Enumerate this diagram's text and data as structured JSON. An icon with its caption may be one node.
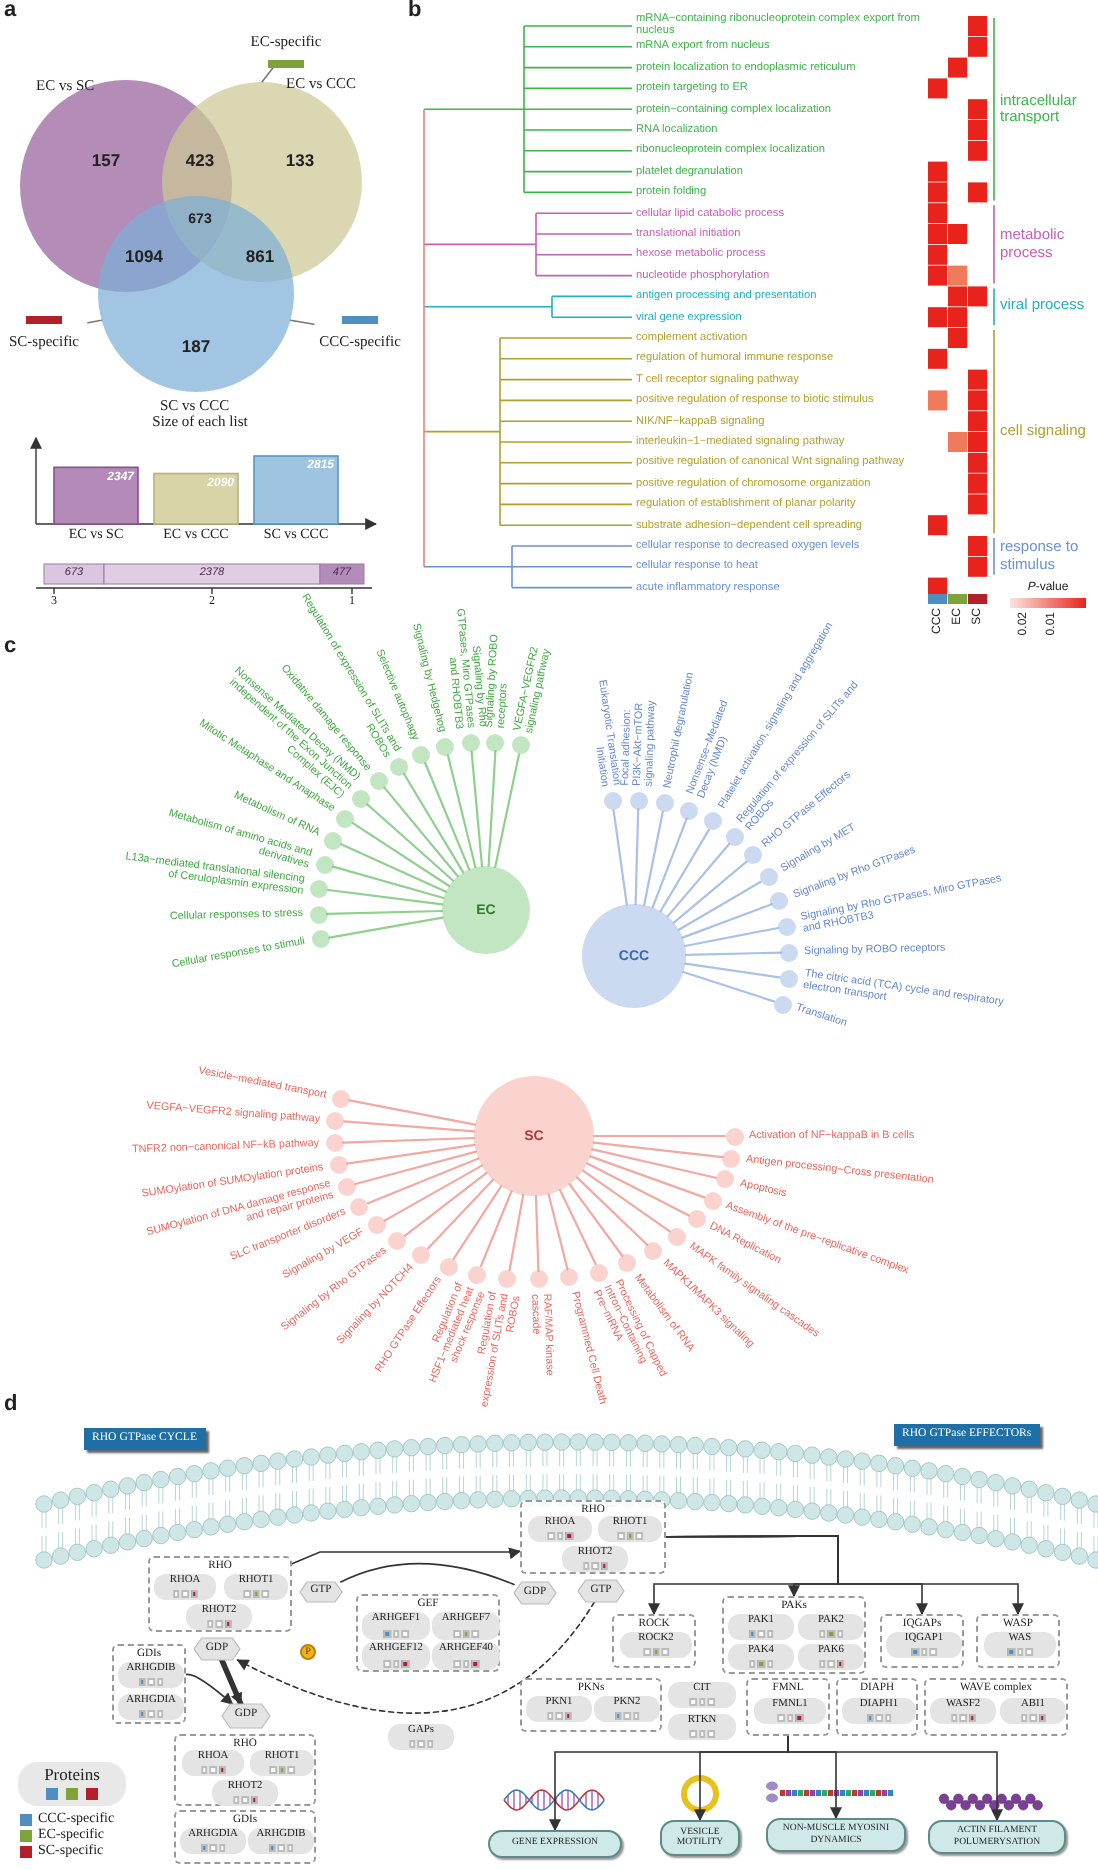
{
  "diagram": {
    "nodes": [
      {
        "text": [
          "EC vs SC"
        ]
      },
      {
        "text": [
          "EC vs CCC"
        ]
      },
      {
        "text": [
          "SC vs CCC"
        ]
      },
      {
        "text": [
          "EC-specific"
        ]
      },
      {
        "text": [
          "SC-specific"
        ]
      },
      {
        "text": [
          "CCC-specific"
        ]
      },
      {
        "text": [
          "EC"
        ]
      },
      {
        "text": [],
        "shape": "circle",
        "beside": [
          "Cellular responses to stimuli"
        ]
      },
      {
        "text": [],
        "shape": "circle",
        "beside": [
          "Cellular responses to stress"
        ]
      },
      {
        "text": [],
        "shape": "circle",
        "beside": [
          "L13a−mediated translational silencing of Ceruloplasmin expression"
        ]
      },
      {
        "text": [],
        "shape": "circle",
        "beside": [
          "Metabolism of amino acids and derivatives"
        ]
      },
      {
        "text": [],
        "shape": "circle",
        "beside": [
          "Metabolism of RNA"
        ]
      },
      {
        "text": [],
        "shape": "circle",
        "beside": [
          "Mitotic Metaphase and Anaphase"
        ]
      },
      {
        "text": [],
        "shape": "circle",
        "beside": [
          "Nonsense Mediated Decay (NMD) independent of the Exon Junction Complex (EJC)"
        ]
      },
      {
        "text": [],
        "shape": "circle",
        "beside": [
          "Oxidative damage response"
        ]
      },
      {
        "text": [],
        "shape": "circle",
        "beside": [
          "Regulation of expression of SLITs and ROBOs"
        ]
      },
      {
        "text": [],
        "shape": "circle",
        "beside": [
          "Selective autophagy"
        ]
      },
      {
        "text": [],
        "shape": "circle",
        "beside": [
          "Signaling by Hedgehog"
        ]
      },
      {
        "text": [],
        "shape": "circle",
        "beside": [
          "Signaling by Rho GTPases, Miro GTPases and RHOBTB3"
        ]
      },
      {
        "text": [],
        "shape": "circle",
        "beside": [
          "Signaling by ROBO receptors"
        ]
      },
      {
        "text": [],
        "shape": "circle",
        "beside": [
          "VEGFA−VEGFR2 signaling pathway"
        ]
      },
      {
        "text": [
          "CCC"
        ]
      },
      {
        "text": [],
        "shape": "circle",
        "beside": [
          "Eukaryotic Translation Initiation"
        ]
      },
      {
        "text": [],
        "shape": "circle",
        "beside": [
          "Focal adhesion: PI3K−Akt−mTOR signaling pathway"
        ]
      },
      {
        "text": [],
        "shape": "circle",
        "beside": [
          "Neutrophil degranulation"
        ]
      },
      {
        "text": [],
        "shape": "circle",
        "beside": [
          "Nonsense−Mediated Decay (NMD)"
        ]
      },
      {
        "text": [],
        "shape": "circle",
        "beside": [
          "Platelet activation, signaling and aggregation"
        ]
      },
      {
        "text": [],
        "shape": "circle",
        "beside": [
          "Regulation of expression of SLITs and ROBOs"
        ]
      },
      {
        "text": [],
        "shape": "circle",
        "beside": [
          "RHO GTPase Effectors"
        ]
      },
      {
        "text": [],
        "shape": "circle",
        "beside": [
          "Signaling by MET"
        ]
      },
      {
        "text": [],
        "shape": "circle",
        "beside": [
          "Signaling by Rho GTPases"
        ]
      },
      {
        "text": [],
        "shape": "circle",
        "beside": [
          "Signaling by Rho GTPases, Miro GTPases and RHOBTB3"
        ]
      },
      {
        "text": [],
        "shape": "circle",
        "beside": [
          "Signaling by ROBO receptors"
        ]
      },
      {
        "text": [],
        "shape": "circle",
        "beside": [
          "The citric acid (TCA) cycle and respiratory electron transport"
        ]
      },
      {
        "text": [],
        "shape": "circle",
        "beside": [
          "Translation"
        ]
      },
      {
        "text": [
          "SC"
        ]
      },
      {
        "text": [],
        "shape": "circle",
        "beside": [
          "Vesicle−mediated transport"
        ]
      },
      {
        "text": [],
        "shape": "circle",
        "beside": [
          "VEGFA−VEGFR2 signaling pathway"
        ]
      },
      {
        "text": [],
        "shape": "circle",
        "beside": [
          "TNFR2 non−canonical NF−kB pathway"
        ]
      },
      {
        "text": [],
        "shape": "circle",
        "beside": [
          "SUMOylation of SUMOylation proteins"
        ]
      },
      {
        "text": [],
        "shape": "circle",
        "beside": [
          "SUMOylation of DNA damage response and repair proteins"
        ]
      },
      {
        "text": [],
        "shape": "circle",
        "beside": [
          "SLC transporter disorders"
        ]
      },
      {
        "text": [],
        "shape": "circle",
        "beside": [
          "Signaling by VEGF"
        ]
      },
      {
        "text": [],
        "shape": "circle",
        "beside": [
          "Signaling by Rho GTPases"
        ]
      },
      {
        "text": [],
        "shape": "circle",
        "beside": [
          "Signaling by NOTCH4"
        ]
      },
      {
        "text": [],
        "shape": "circle",
        "beside": [
          "RHO GTPase Effectors"
        ]
      },
      {
        "text": [],
        "shape": "circle",
        "beside": [
          "Regulation of HSF1−mediated heat shock response"
        ]
      },
      {
        "text": [],
        "shape": "circle",
        "beside": [
          "Regulation of expression of SLITs and ROBOs"
        ]
      },
      {
        "text": [],
        "shape": "circle",
        "beside": [
          "RAF/MAP kinase cascade"
        ]
      },
      {
        "text": [],
        "shape": "circle",
        "beside": [
          "Programmed Cell Death"
        ]
      },
      {
        "text": [],
        "shape": "circle",
        "beside": [
          "Processing of Capped Intron−Containing Pre−mRNA"
        ]
      },
      {
        "text": [],
        "shape": "circle",
        "beside": [
          "Metabolism of RNA"
        ]
      },
      {
        "text": [],
        "shape": "circle",
        "beside": [
          "MAPK1/MAPK3 signaling"
        ]
      },
      {
        "text": [],
        "shape": "circle",
        "beside": [
          "MAPK family signaling cascades"
        ]
      },
      {
        "text": [],
        "shape": "circle",
        "beside": [
          "DNA Replication"
        ]
      },
      {
        "text": [],
        "shape": "circle",
        "beside": [
          "Assembly of the pre−replicative complex"
        ]
      },
      {
        "text": [],
        "shape": "circle",
        "beside": [
          "Apoptosis"
        ]
      },
      {
        "text": [],
        "shape": "circle",
        "beside": [
          "Antigen processing−Cross presentation"
        ]
      },
      {
        "text": [],
        "shape": "circle",
        "beside": [
          "Activation of NF−kappaB in B cells"
        ]
      },
      {
        "text": [
          "RHO"
        ]
      },
      {
        "text": [
          "RHOA"
        ],
        "in": 59
      },
      {
        "text": [
          "RHOT1"
        ],
        "in": 59
      },
      {
        "text": [
          "RHOT2"
        ],
        "in": 59
      },
      {
        "text": [
          "GTP"
        ]
      },
      {
        "text": [
          "GEF"
        ]
      },
      {
        "text": [
          "ARHGEF1"
        ],
        "in": 64
      },
      {
        "text": [
          "ARHGEF7"
        ],
        "in": 64
      },
      {
        "text": [
          "ARHGEF12"
        ],
        "in": 64
      },
      {
        "text": [
          "ARHGEF40"
        ],
        "in": 64
      },
      {
        "text": [
          "RHO"
        ]
      },
      {
        "text": [
          "RHOA"
        ],
        "in": 69
      },
      {
        "text": [
          "RHOT1"
        ],
        "in": 69
      },
      {
        "text": [
          "RHOT2"
        ],
        "in": 69
      },
      {
        "text": [
          "GDP"
        ]
      },
      {
        "text": [
          "GTP"
        ]
      },
      {
        "text": [
          "GDP"
        ]
      },
      {
        "text": [
          "GDIs"
        ]
      },
      {
        "text": [
          "ARHGDIB"
        ],
        "in": 76
      },
      {
        "text": [
          "ARHGDIA"
        ],
        "in": 76
      },
      {
        "text": [
          "P"
        ]
      },
      {
        "text": [
          "GDP"
        ]
      },
      {
        "text": [
          "RHO"
        ]
      },
      {
        "text": [
          "RHOA"
        ],
        "in": 81
      },
      {
        "text": [
          "RHOT1"
        ],
        "in": 81
      },
      {
        "text": [
          "RHOT2"
        ],
        "in": 81
      },
      {
        "text": [
          "GDIs"
        ]
      },
      {
        "text": [
          "ARHGDIA"
        ],
        "in": 85
      },
      {
        "text": [
          "ARHGDIB"
        ],
        "in": 85
      },
      {
        "text": [
          "GAPs"
        ]
      },
      {
        "text": [
          "ROCK"
        ]
      },
      {
        "text": [
          "ROCK2"
        ],
        "in": 89
      },
      {
        "text": [
          "PAKs"
        ]
      },
      {
        "text": [
          "PAK1"
        ],
        "in": 91
      },
      {
        "text": [
          "PAK2"
        ],
        "in": 91
      },
      {
        "text": [
          "PAK4"
        ],
        "in": 91
      },
      {
        "text": [
          "PAK6"
        ],
        "in": 91
      },
      {
        "text": [
          "IQGAPs"
        ]
      },
      {
        "text": [
          "IQGAP1"
        ],
        "in": 96
      },
      {
        "text": [
          "WASP"
        ]
      },
      {
        "text": [
          "WAS"
        ],
        "in": 98
      },
      {
        "text": [
          "PKNs"
        ]
      },
      {
        "text": [
          "PKN1"
        ],
        "in": 100
      },
      {
        "text": [
          "PKN2"
        ],
        "in": 100
      },
      {
        "text": [
          "CIT"
        ]
      },
      {
        "text": [
          "RTKN"
        ]
      },
      {
        "text": [
          "FMNL"
        ]
      },
      {
        "text": [
          "FMNL1"
        ],
        "in": 105
      },
      {
        "text": [
          "DIAPH"
        ]
      },
      {
        "text": [
          "DIAPH1"
        ],
        "in": 107
      },
      {
        "text": [
          "WAVE complex"
        ]
      },
      {
        "text": [
          "WASF2"
        ],
        "in": 109
      },
      {
        "text": [
          "ABI1"
        ],
        "in": 109
      },
      {
        "text": [
          "GENE EXPRESSION"
        ]
      },
      {
        "text": [
          "VESICLE MOTILITY"
        ]
      },
      {
        "text": [
          "NON-MUSCLE MYOSINI DYNAMICS"
        ]
      },
      {
        "text": [
          "ACTIN FILAMENT POLUMERYSATION"
        ]
      }
    ],
    "edges": [
      {
        "from": 3,
        "to": 1,
        "arrow": "none",
        "color": "#777777"
      },
      {
        "from": 4,
        "to": 2,
        "arrow": "none",
        "color": "#777777"
      },
      {
        "from": 5,
        "to": 2,
        "arrow": "none",
        "color": "#777777"
      },
      {
        "from": 6,
        "to": 7,
        "arrow": "none",
        "color": "#8fd08f"
      },
      {
        "from": 6,
        "to": 8,
        "arrow": "none",
        "color": "#8fd08f"
      },
      {
        "from": 6,
        "to": 9,
        "arrow": "none",
        "color": "#8fd08f"
      },
      {
        "from": 6,
        "to": 10,
        "arrow": "none",
        "color": "#8fd08f"
      },
      {
        "from": 6,
        "to": 11,
        "arrow": "none",
        "color": "#8fd08f"
      },
      {
        "from": 6,
        "to": 12,
        "arrow": "none",
        "color": "#8fd08f"
      },
      {
        "from": 6,
        "to": 13,
        "arrow": "none",
        "color": "#8fd08f"
      },
      {
        "from": 6,
        "to": 14,
        "arrow": "none",
        "color": "#8fd08f"
      },
      {
        "from": 6,
        "to": 15,
        "arrow": "none",
        "color": "#8fd08f"
      },
      {
        "from": 6,
        "to": 16,
        "arrow": "none",
        "color": "#8fd08f"
      },
      {
        "from": 6,
        "to": 17,
        "arrow": "none",
        "color": "#8fd08f"
      },
      {
        "from": 6,
        "to": 18,
        "arrow": "none",
        "color": "#8fd08f"
      },
      {
        "from": 6,
        "to": 19,
        "arrow": "none",
        "color": "#8fd08f"
      },
      {
        "from": 6,
        "to": 20,
        "arrow": "none",
        "color": "#8fd08f"
      },
      {
        "from": 21,
        "to": 22,
        "arrow": "none",
        "color": "#a9c1e8"
      },
      {
        "from": 21,
        "to": 23,
        "arrow": "none",
        "color": "#a9c1e8"
      },
      {
        "from": 21,
        "to": 24,
        "arrow": "none",
        "color": "#a9c1e8"
      },
      {
        "from": 21,
        "to": 25,
        "arrow": "none",
        "color": "#a9c1e8"
      },
      {
        "from": 21,
        "to": 26,
        "arrow": "none",
        "color": "#a9c1e8"
      },
      {
        "from": 21,
        "to": 27,
        "arrow": "none",
        "color": "#a9c1e8"
      },
      {
        "from": 21,
        "to": 28,
        "arrow": "none",
        "color": "#a9c1e8"
      },
      {
        "from": 21,
        "to": 29,
        "arrow": "none",
        "color": "#a9c1e8"
      },
      {
        "from": 21,
        "to": 30,
        "arrow": "none",
        "color": "#a9c1e8"
      },
      {
        "from": 21,
        "to": 31,
        "arrow": "none",
        "color": "#a9c1e8"
      },
      {
        "from": 21,
        "to": 32,
        "arrow": "none",
        "color": "#a9c1e8"
      },
      {
        "from": 21,
        "to": 33,
        "arrow": "none",
        "color": "#a9c1e8"
      },
      {
        "from": 21,
        "to": 34,
        "arrow": "none",
        "color": "#a9c1e8"
      },
      {
        "from": 35,
        "to": 36,
        "arrow": "none",
        "color": "#f3a8a2"
      },
      {
        "from": 35,
        "to": 37,
        "arrow": "none",
        "color": "#f3a8a2"
      },
      {
        "from": 35,
        "to": 38,
        "arrow": "none",
        "color": "#f3a8a2"
      },
      {
        "from": 35,
        "to": 39,
        "arrow": "none",
        "color": "#f3a8a2"
      },
      {
        "from": 35,
        "to": 40,
        "arrow": "none",
        "color": "#f3a8a2"
      },
      {
        "from": 35,
        "to": 41,
        "arrow": "none",
        "color": "#f3a8a2"
      },
      {
        "from": 35,
        "to": 42,
        "arrow": "none",
        "color": "#f3a8a2"
      },
      {
        "from": 35,
        "to": 43,
        "arrow": "none",
        "color": "#f3a8a2"
      },
      {
        "from": 35,
        "to": 44,
        "arrow": "none",
        "color": "#f3a8a2"
      },
      {
        "from": 35,
        "to": 45,
        "arrow": "none",
        "color": "#f3a8a2"
      },
      {
        "from": 35,
        "to": 46,
        "arrow": "none",
        "color": "#f3a8a2"
      },
      {
        "from": 35,
        "to": 47,
        "arrow": "none",
        "color": "#f3a8a2"
      },
      {
        "from": 35,
        "to": 48,
        "arrow": "none",
        "color": "#f3a8a2"
      },
      {
        "from": 35,
        "to": 49,
        "arrow": "none",
        "color": "#f3a8a2"
      },
      {
        "from": 35,
        "to": 50,
        "arrow": "none",
        "color": "#f3a8a2"
      },
      {
        "from": 35,
        "to": 51,
        "arrow": "none",
        "color": "#f3a8a2"
      },
      {
        "from": 35,
        "to": 52,
        "arrow": "none",
        "color": "#f3a8a2"
      },
      {
        "from": 35,
        "to": 53,
        "arrow": "none",
        "color": "#f3a8a2"
      },
      {
        "from": 35,
        "to": 54,
        "arrow": "none",
        "color": "#f3a8a2"
      },
      {
        "from": 35,
        "to": 55,
        "arrow": "none",
        "color": "#f3a8a2"
      },
      {
        "from": 35,
        "to": 56,
        "arrow": "none",
        "color": "#f3a8a2"
      },
      {
        "from": 35,
        "to": 57,
        "arrow": "none",
        "color": "#f3a8a2"
      },
      {
        "from": 35,
        "to": 58,
        "arrow": "none",
        "color": "#f3a8a2"
      },
      {
        "from": 59,
        "to": 69,
        "arrow": "to",
        "color": "#333333"
      },
      {
        "from": 63,
        "to": 73,
        "arrow": "none",
        "color": "#333333"
      },
      {
        "from": 74,
        "to": 75,
        "arrow": "to",
        "style": "dashed",
        "color": "#333333"
      },
      {
        "from": 75,
        "to": 80,
        "arrow": "to",
        "style": "thick",
        "color": "#333333"
      },
      {
        "from": 76,
        "to": 80,
        "arrow": "to",
        "color": "#333333"
      },
      {
        "from": 69,
        "to": 89,
        "arrow": "to",
        "color": "#333333"
      },
      {
        "from": 69,
        "to": 91,
        "arrow": "to",
        "color": "#333333"
      },
      {
        "from": 69,
        "to": 96,
        "arrow": "to",
        "color": "#333333"
      },
      {
        "from": 69,
        "to": 98,
        "arrow": "to",
        "color": "#333333"
      },
      {
        "from": 105,
        "to": 112,
        "arrow": "to",
        "color": "#333333"
      },
      {
        "from": 105,
        "to": 113,
        "arrow": "to",
        "color": "#333333"
      },
      {
        "from": 105,
        "to": 114,
        "arrow": "to",
        "color": "#333333"
      },
      {
        "from": 105,
        "to": 115,
        "arrow": "to",
        "color": "#333333"
      }
    ],
    "labels": [
      "a",
      "157",
      "423",
      "133",
      "673",
      "1094",
      "861",
      "187",
      "673",
      "2378",
      "477",
      "3",
      "2",
      "1",
      "b",
      "mRNA−containing ribonucleoprotein complex export from nucleus",
      "mRNA export from nucleus",
      "protein localization to endoplasmic reticulum",
      "protein targeting to ER",
      "protein−containing complex localization",
      "RNA localization",
      "ribonucleoprotein complex localization",
      "platelet degranulation",
      "protein folding",
      "cellular lipid catabolic process",
      "translational initiation",
      "hexose metabolic process",
      "nucleotide phosphorylation",
      "antigen processing and presentation",
      "viral gene expression",
      "complement activation",
      "regulation of humoral immune response",
      "T cell receptor signaling pathway",
      "positive regulation of response to biotic stimulus",
      "NIK/NF−kappaB signaling",
      "interleukin−1−mediated signaling pathway",
      "positive regulation of canonical Wnt signaling pathway",
      "positive regulation of chromosome organization",
      "regulation of establishment of planar polarity",
      "substrate adhesion−dependent cell spreading",
      "cellular response to decreased oxygen levels",
      "cellular response to heat",
      "acute inflammatory response",
      "intracellular transport",
      "metabolic process",
      "viral process",
      "cell signaling",
      "response to stimulus",
      "CCC",
      "EC",
      "SC",
      "*P*-value",
      "0.02",
      "0.01",
      "c",
      "d",
      "RHO GTPase CYCLE",
      "RHO GTPase EFFECTORs",
      "Proteins"
    ],
    "legend": [
      {
        "text": "CCC-specific",
        "color": "#4f8fc0"
      },
      {
        "text": "EC-specific",
        "color": "#7ea33a"
      },
      {
        "text": "SC-specific",
        "color": "#b3202a"
      }
    ],
    "chart_data": {
      "type": "bar",
      "title": "Size of each list",
      "categories": [
        "EC vs SC",
        "EC vs CCC",
        "SC vs CCC"
      ],
      "series": [
        {
          "values": [
            2347,
            2090,
            2815
          ]
        }
      ],
      "data_labels": true
    }
  }
}
